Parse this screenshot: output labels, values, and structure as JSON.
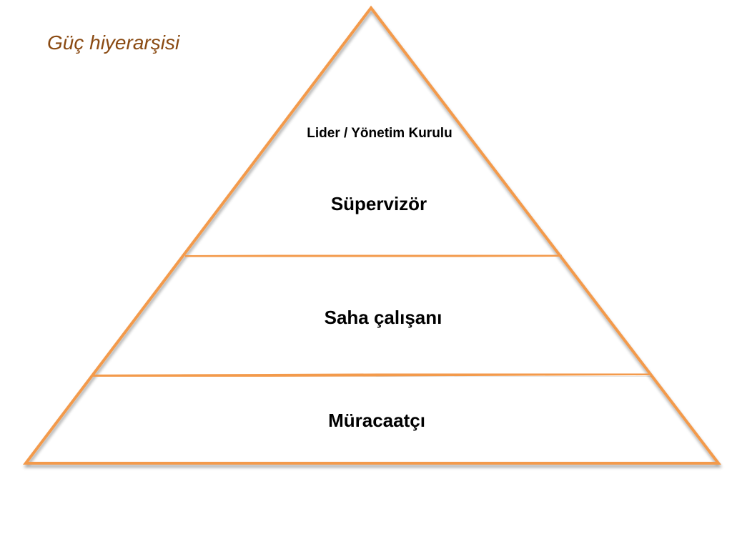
{
  "slide": {
    "title": "Güç hiyerarşisi"
  },
  "pyramid": {
    "tiers": [
      {
        "label": "Lider / Yönetim Kurulu"
      },
      {
        "label": "Süpervizör"
      },
      {
        "label": "Saha çalışanı"
      },
      {
        "label": "Müracaatçı"
      }
    ]
  },
  "colors": {
    "outline": "#f39a4c",
    "title_text": "#8a4a12",
    "label_text": "#000000",
    "background": "#ffffff"
  }
}
